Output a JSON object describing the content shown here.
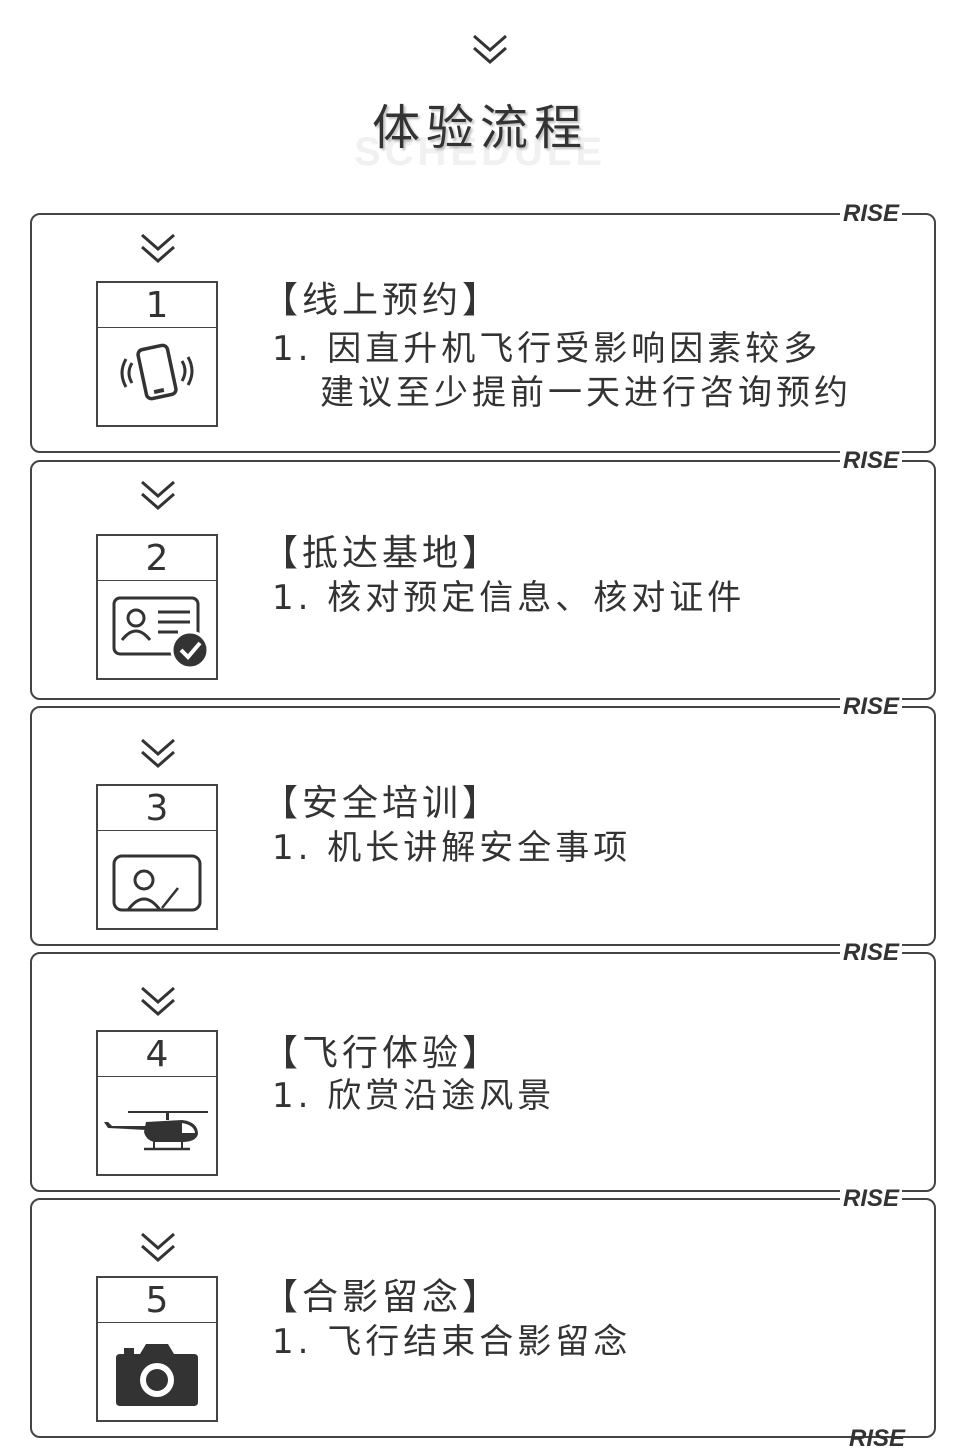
{
  "header": {
    "title": "体验流程",
    "watermark": "SCHEDULE"
  },
  "brand": {
    "logo_text": "RISE"
  },
  "steps": [
    {
      "number": "1",
      "title": "【线上预约】",
      "lines": [
        "1. 因直升机飞行受影响因素较多",
        "建议至少提前一天进行咨询预约"
      ],
      "icon": "phone-vibrate-icon"
    },
    {
      "number": "2",
      "title": "【抵达基地】",
      "lines": [
        "1. 核对预定信息、核对证件"
      ],
      "icon": "id-card-check-icon"
    },
    {
      "number": "3",
      "title": "【安全培训】",
      "lines": [
        "1. 机长讲解安全事项"
      ],
      "icon": "instructor-board-icon"
    },
    {
      "number": "4",
      "title": "【飞行体验】",
      "lines": [
        "1. 欣赏沿途风景"
      ],
      "icon": "helicopter-icon"
    },
    {
      "number": "5",
      "title": "【合影留念】",
      "lines": [
        "1. 飞行结束合影留念"
      ],
      "icon": "camera-icon"
    }
  ]
}
